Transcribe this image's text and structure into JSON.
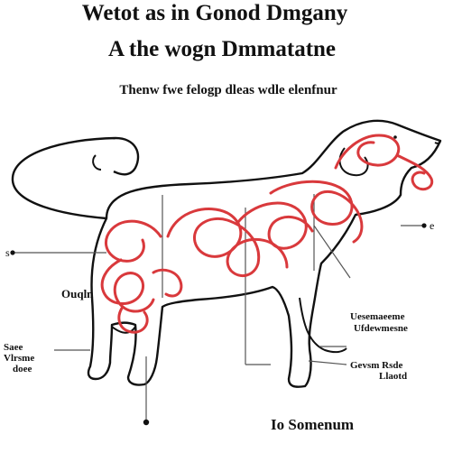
{
  "title": {
    "line1": "Wetot as in Gonod Dmgany",
    "line2": "A the wogn Dmmatatne"
  },
  "subtitle": "Thenw fwe felogp dleas wdle elenfnur",
  "labels": {
    "left_top": "s",
    "left_mid": "Ouqln",
    "left_low": "Saee\nVlrsme\ndoee",
    "right_top": "e",
    "right_mid": "Uesemaeeme\nUfdewmesne",
    "right_low": "Gevsm Rsde\nLlaotd",
    "bottom_label": "Io Somenum"
  },
  "colors": {
    "outline": "#111111",
    "intestine": "#d9393c",
    "guide_line": "#666666"
  }
}
